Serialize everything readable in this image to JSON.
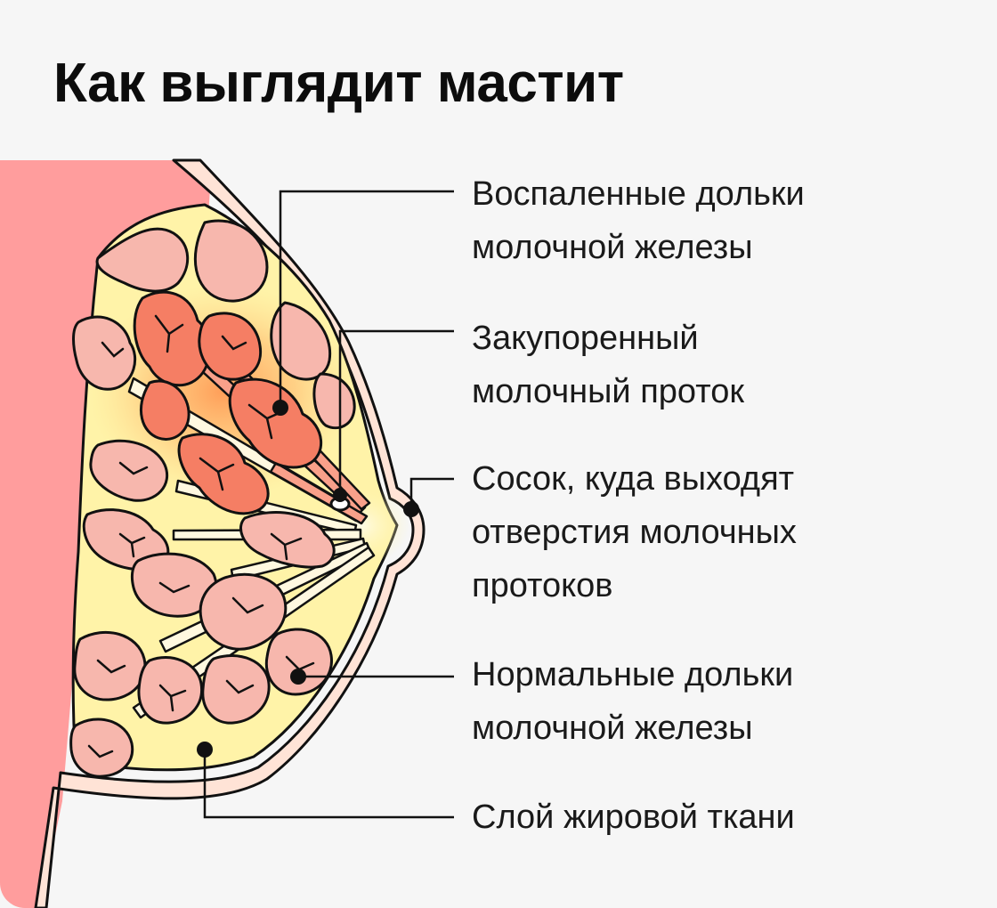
{
  "title": "Как выглядит мастит",
  "labels": [
    {
      "lines": [
        "Воспаленные дольки",
        "молочной железы"
      ]
    },
    {
      "lines": [
        "Закупоренный",
        "молочный проток"
      ]
    },
    {
      "lines": [
        "Сосок, куда выходят",
        "отверстия молочных",
        "протоков"
      ]
    },
    {
      "lines": [
        "Нормальные дольки",
        "молочной железы"
      ]
    },
    {
      "lines": [
        "Слой жировой ткани"
      ]
    }
  ],
  "colors": {
    "background": "#f6f6f6",
    "chest_wall": "#ff9b9b",
    "skin": "#ffe3d6",
    "fat_tissue": "#fff3a8",
    "normal_lobule": "#f7b7ad",
    "inflamed_lobule": "#f57e64",
    "outline": "#111111"
  }
}
